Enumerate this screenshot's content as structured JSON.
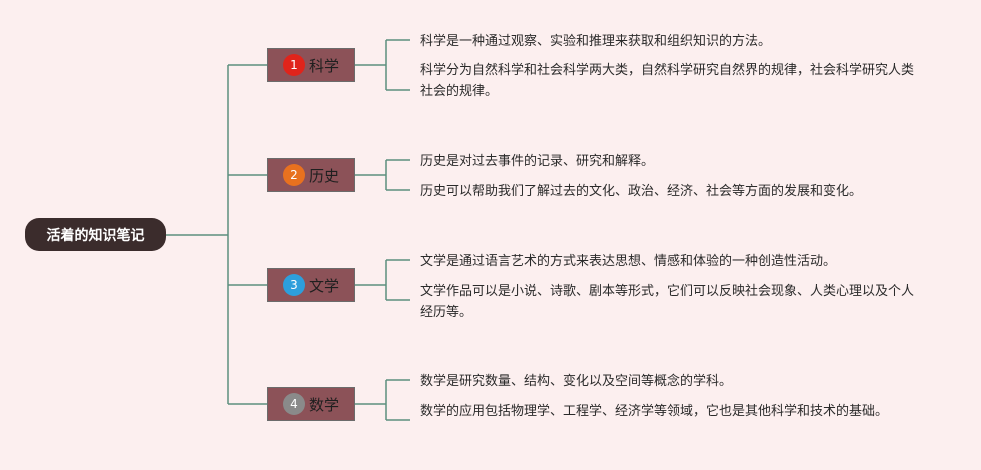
{
  "root": {
    "label": "活着的知识笔记"
  },
  "colors": {
    "background": "#fcefef",
    "root_fill": "#3b2c2c",
    "branch_fill": "#8c5258",
    "connector": "#5d8f7e"
  },
  "branches": [
    {
      "number": "1",
      "badge_color": "#e0241b",
      "label": "科学",
      "notes": [
        "科学是一种通过观察、实验和推理来获取和组织知识的方法。",
        "科学分为自然科学和社会科学两大类，自然科学研究自然界的规律，社会科学研究人类社会的规律。"
      ]
    },
    {
      "number": "2",
      "badge_color": "#e8711f",
      "label": "历史",
      "notes": [
        "历史是对过去事件的记录、研究和解释。",
        "历史可以帮助我们了解过去的文化、政治、经济、社会等方面的发展和变化。"
      ]
    },
    {
      "number": "3",
      "badge_color": "#2d9fdc",
      "label": "文学",
      "notes": [
        "文学是通过语言艺术的方式来表达思想、情感和体验的一种创造性活动。",
        "文学作品可以是小说、诗歌、剧本等形式，它们可以反映社会现象、人类心理以及个人经历等。"
      ]
    },
    {
      "number": "4",
      "badge_color": "#8a8a8a",
      "label": "数学",
      "notes": [
        "数学是研究数量、结构、变化以及空间等概念的学科。",
        "数学的应用包括物理学、工程学、经济学等领域，它也是其他科学和技术的基础。"
      ]
    }
  ]
}
